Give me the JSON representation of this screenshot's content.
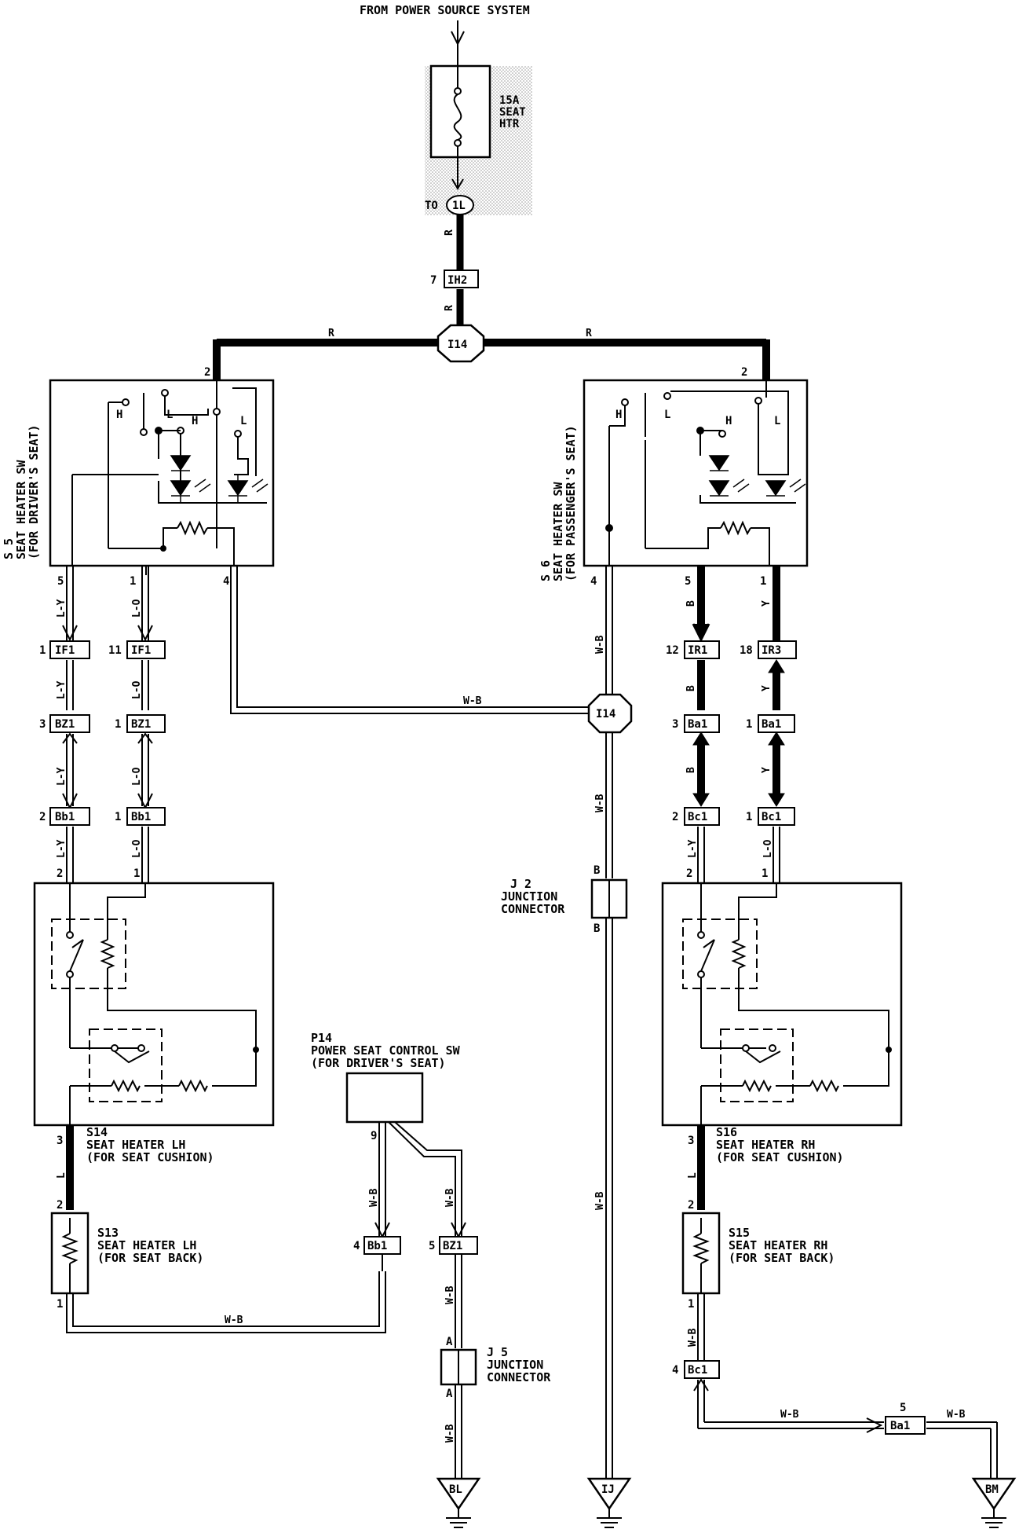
{
  "header": {
    "source": "FROM POWER SOURCE SYSTEM"
  },
  "fuse": {
    "line1": "15A",
    "line2": "SEAT",
    "line3": "HTR",
    "to_label": "TO",
    "connector": "1L"
  },
  "wires": {
    "R": "R",
    "WB": "W-B",
    "LY": "L-Y",
    "LO": "L-O",
    "B": "B",
    "Y": "Y",
    "L": "L"
  },
  "connectors": {
    "ih2": {
      "pin": "7",
      "name": "IH2"
    },
    "i14": "I14",
    "if1_left": {
      "pin": "1",
      "name": "IF1"
    },
    "if1_right": {
      "pin": "11",
      "name": "IF1"
    },
    "bz1_left": {
      "pin": "3",
      "name": "BZ1"
    },
    "bz1_right": {
      "pin": "1",
      "name": "BZ1"
    },
    "bb1_left": {
      "pin": "2",
      "name": "Bb1"
    },
    "bb1_right": {
      "pin": "1",
      "name": "Bb1"
    },
    "ir1": {
      "pin": "12",
      "name": "IR1"
    },
    "ir3": {
      "pin": "18",
      "name": "IR3"
    },
    "ba1_left": {
      "pin": "3",
      "name": "Ba1"
    },
    "ba1_right": {
      "pin": "1",
      "name": "Ba1"
    },
    "bc1_left": {
      "pin": "2",
      "name": "Bc1"
    },
    "bc1_right": {
      "pin": "1",
      "name": "Bc1"
    },
    "bb1_p14": {
      "pin": "4",
      "name": "Bb1"
    },
    "bz1_p14": {
      "pin": "5",
      "name": "BZ1"
    },
    "bc1_s15": {
      "pin": "4",
      "name": "Bc1"
    },
    "ba1_bm": {
      "pin": "5",
      "name": "Ba1"
    }
  },
  "s5": {
    "code": "S 5",
    "name": "SEAT HEATER SW",
    "sub": "(FOR DRIVER'S SEAT)",
    "pin_top": "2",
    "pin5": "5",
    "pin1": "1",
    "pin4": "4",
    "H": "H",
    "L": "L"
  },
  "s6": {
    "code": "S 6",
    "name": "SEAT HEATER SW",
    "sub": "(FOR PASSENGER'S SEAT)",
    "pin_top": "2",
    "pin4": "4",
    "pin5": "5",
    "pin1": "1",
    "H": "H",
    "L": "L"
  },
  "s14": {
    "code": "S14",
    "name": "SEAT HEATER LH",
    "sub": "(FOR SEAT CUSHION)",
    "pin2": "2",
    "pin1": "1",
    "pin3": "3"
  },
  "s13": {
    "code": "S13",
    "name": "SEAT HEATER LH",
    "sub": "(FOR SEAT BACK)",
    "pin2": "2",
    "pin1": "1"
  },
  "s16": {
    "code": "S16",
    "name": "SEAT HEATER RH",
    "sub": "(FOR SEAT CUSHION)",
    "pin2": "2",
    "pin1": "1",
    "pin3": "3"
  },
  "s15": {
    "code": "S15",
    "name": "SEAT HEATER RH",
    "sub": "(FOR SEAT BACK)",
    "pin2": "2",
    "pin1": "1"
  },
  "p14": {
    "code": "P14",
    "name": "POWER SEAT CONTROL SW",
    "sub": "(FOR DRIVER'S SEAT)",
    "pin": "9"
  },
  "j2": {
    "code": "J 2",
    "name": "JUNCTION",
    "sub": "CONNECTOR",
    "pinA": "B",
    "pinB": "B"
  },
  "j5": {
    "code": "J 5",
    "name": "JUNCTION",
    "sub": "CONNECTOR",
    "pinA": "A",
    "pinB": "A"
  },
  "grounds": {
    "bl": "BL",
    "ij": "IJ",
    "bm": "BM"
  }
}
